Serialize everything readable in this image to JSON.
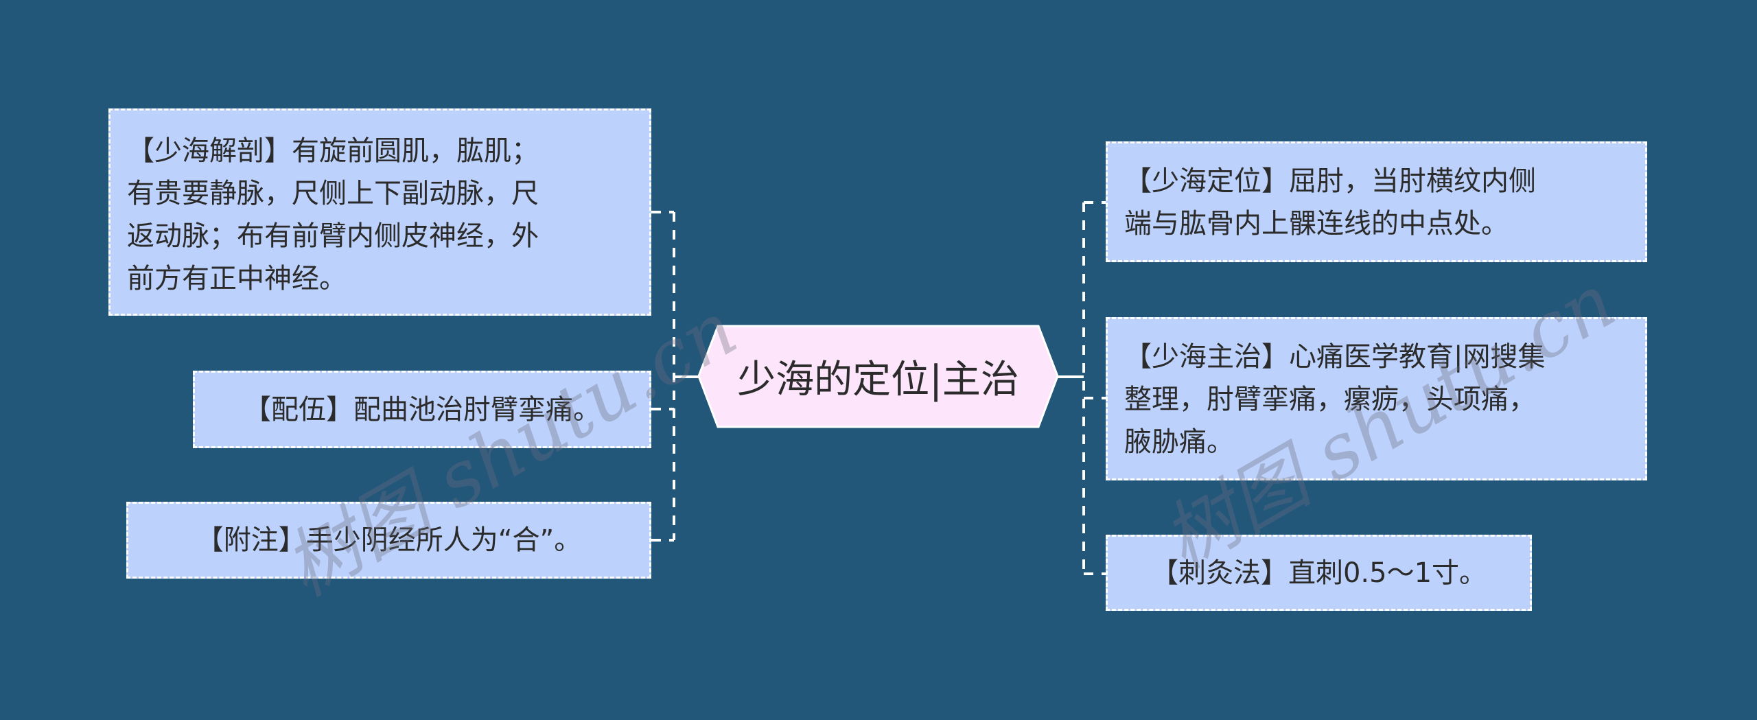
{
  "central_topic": "少海的定位|主治",
  "left_branches": [
    {
      "text": "【少海解剖】有旋前圆肌，肱肌；有贵要静脉，尺侧上下副动脉，尺返动脉；布有前臂内侧皮神经，外前方有正中神经。",
      "lines": [
        "【少海解剖】有旋前圆肌，肱肌；",
        "有贵要静脉，尺侧上下副动脉，尺",
        "返动脉；布有前臂内侧皮神经，外",
        "前方有正中神经。"
      ]
    },
    {
      "text": "【配伍】配曲池治肘臂挛痛。"
    },
    {
      "text": "【附注】手少阴经所人为“合”。"
    }
  ],
  "right_branches": [
    {
      "text": "【少海定位】屈肘，当肘横纹内侧端与肱骨内上髁连线的中点处。",
      "lines": [
        "【少海定位】屈肘，当肘横纹内侧",
        "端与肱骨内上髁连线的中点处。"
      ]
    },
    {
      "text": "【少海主治】心痛医学教育|网搜集整理，肘臂挛痛，瘰疬，头项痛，腋胁痛。",
      "lines": [
        "【少海主治】心痛医学教育|网搜集",
        "整理，肘臂挛痛，瘰疬，头项痛，",
        "腋胁痛。"
      ]
    },
    {
      "text": "【刺灸法】直刺0.5～1寸。"
    }
  ],
  "watermark": "树图 shutu.cn",
  "colors": {
    "background": "#22577a",
    "branch_fill": "#bcd1fb",
    "center_fill": "#fde6fb",
    "connector": "#ffffff",
    "text": "#2b2b2b"
  }
}
